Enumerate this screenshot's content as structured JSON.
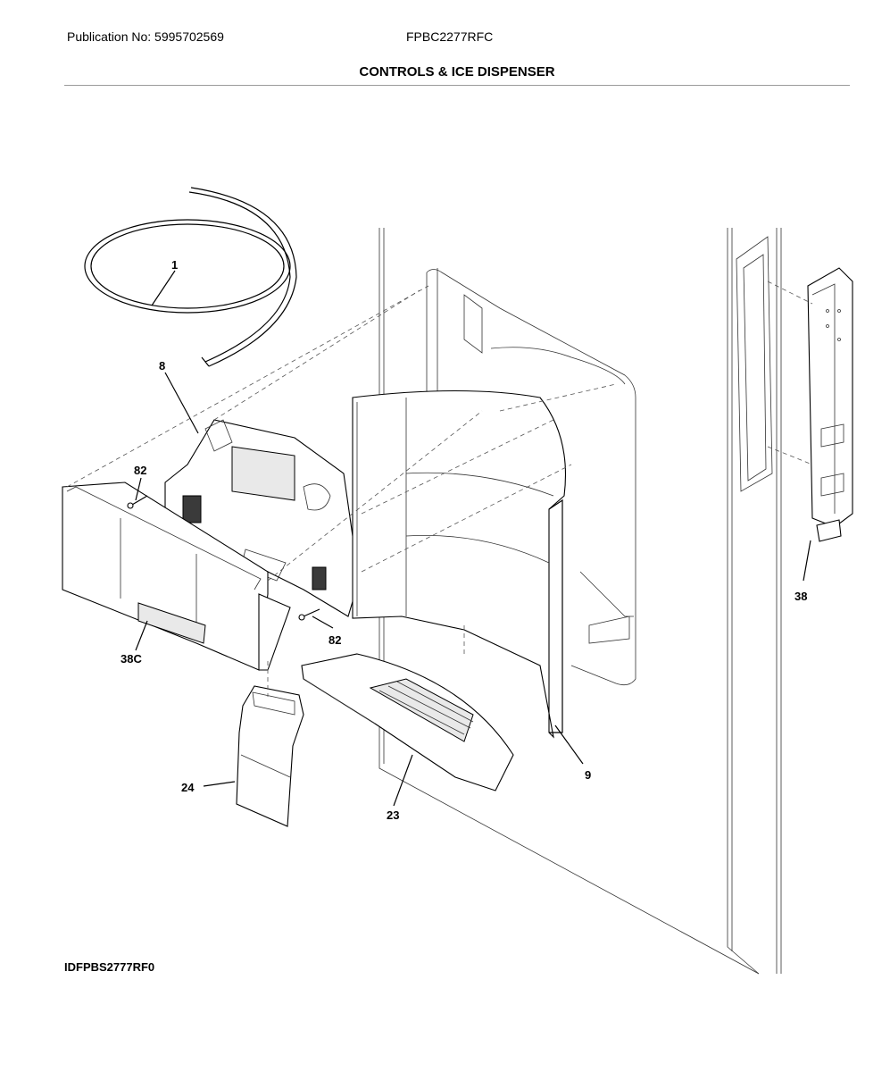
{
  "header": {
    "publication": "Publication No: 5995702569",
    "model": "FPBC2277RFC",
    "section_title": "CONTROLS & ICE DISPENSER"
  },
  "footer": {
    "diagram_id": "IDFPBS2777RF0"
  },
  "callouts": {
    "c1": "1",
    "c8": "8",
    "c82a": "82",
    "c82b": "82",
    "c38c": "38C",
    "c38": "38",
    "c9": "9",
    "c23": "23",
    "c24": "24"
  }
}
